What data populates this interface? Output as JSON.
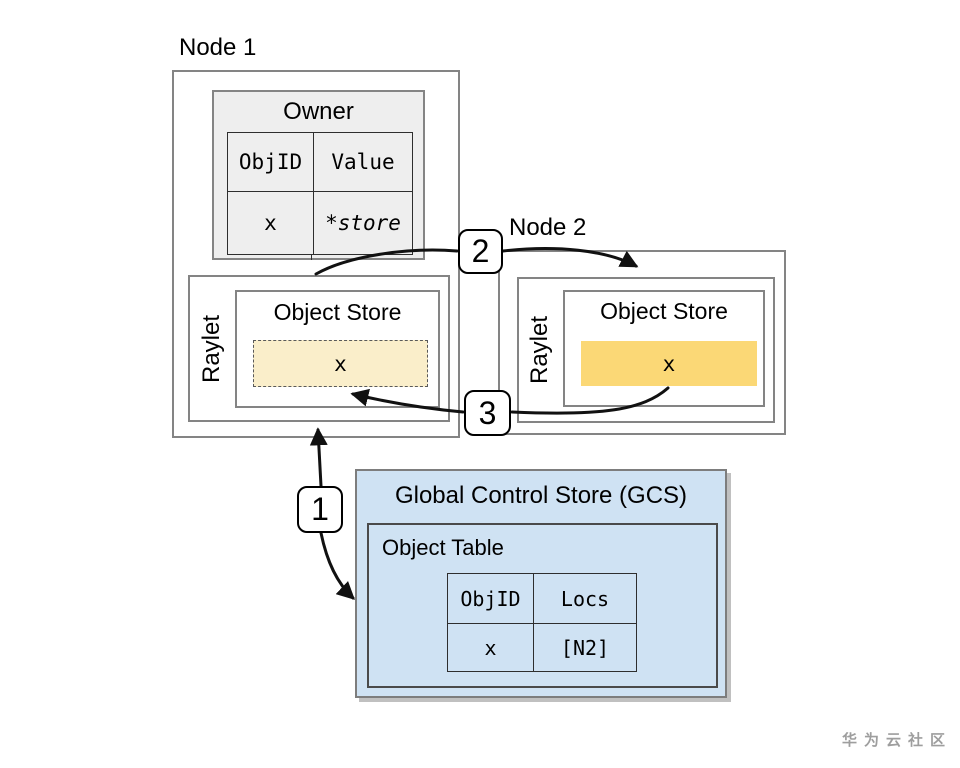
{
  "palette": {
    "box_border": "#848484",
    "table_border": "#2e2e2e",
    "owner_fill": "#eeeeee",
    "gcs_fill": "#cfe2f3",
    "object_committed_fill": "#fbd876",
    "object_pending_fill": "#faeeca",
    "arrow_color": "#111111",
    "watermark_color": "#9e9e9e"
  },
  "node1": {
    "label": "Node 1",
    "owner": {
      "title": "Owner",
      "table": {
        "headers": [
          "ObjID",
          "Value"
        ],
        "row": [
          "x",
          "*store"
        ]
      }
    },
    "raylet_label": "Raylet",
    "object_store": {
      "title": "Object Store",
      "object_label": "x"
    }
  },
  "node2": {
    "label": "Node 2",
    "raylet_label": "Raylet",
    "object_store": {
      "title": "Object Store",
      "object_label": "x"
    }
  },
  "gcs": {
    "title": "Global Control Store (GCS)",
    "object_table": {
      "label": "Object Table",
      "table": {
        "headers": [
          "ObjID",
          "Locs"
        ],
        "row": [
          "x",
          "[N2]"
        ]
      }
    }
  },
  "steps": {
    "step1": "1",
    "step2": "2",
    "step3": "3"
  },
  "watermark": "华为云社区"
}
